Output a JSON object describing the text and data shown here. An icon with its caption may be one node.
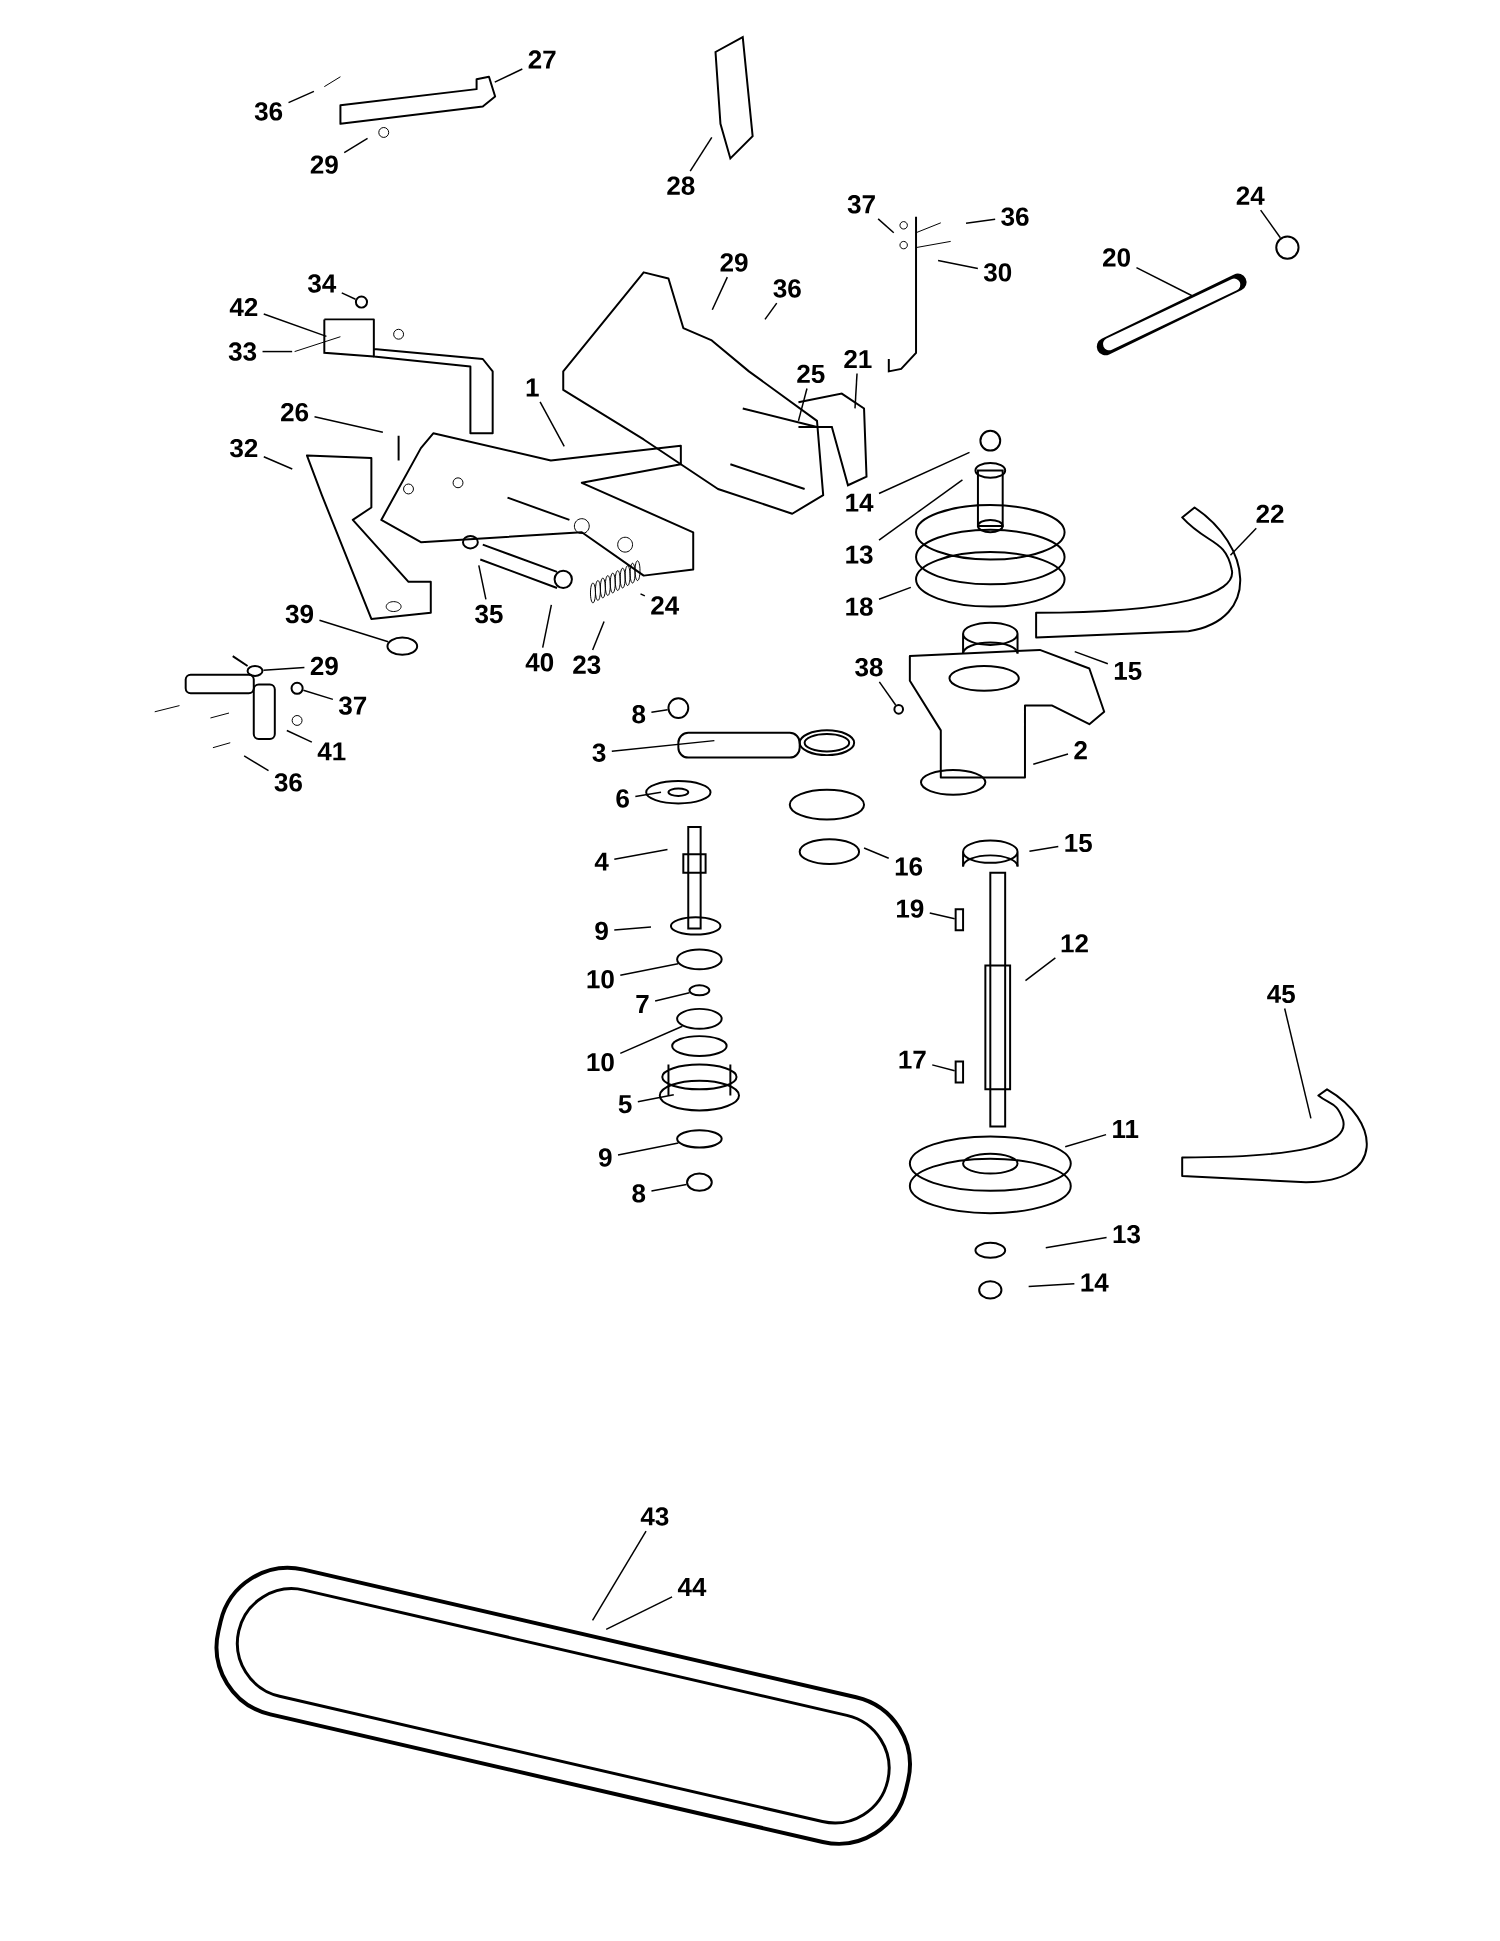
{
  "diagram": {
    "nodes": [
      {
        "text": [
          "27"
        ]
      },
      {
        "text": [
          "36"
        ]
      },
      {
        "text": [
          "29"
        ]
      },
      {
        "text": [
          "28"
        ]
      },
      {
        "text": [
          "37"
        ]
      },
      {
        "text": [
          "36"
        ]
      },
      {
        "text": [
          "30"
        ]
      },
      {
        "text": [
          "24"
        ]
      },
      {
        "text": [
          "20"
        ]
      },
      {
        "text": [
          "34"
        ]
      },
      {
        "text": [
          "42"
        ]
      },
      {
        "text": [
          "33"
        ]
      },
      {
        "text": [
          "29"
        ]
      },
      {
        "text": [
          "36"
        ]
      },
      {
        "text": [
          "25"
        ]
      },
      {
        "text": [
          "21"
        ]
      },
      {
        "text": [
          "1"
        ]
      },
      {
        "text": [
          "26"
        ]
      },
      {
        "text": [
          "32"
        ]
      },
      {
        "text": [
          "14"
        ]
      },
      {
        "text": [
          "13"
        ]
      },
      {
        "text": [
          "22"
        ]
      },
      {
        "text": [
          "18"
        ]
      },
      {
        "text": [
          "24"
        ]
      },
      {
        "text": [
          "35"
        ]
      },
      {
        "text": [
          "40"
        ]
      },
      {
        "text": [
          "23"
        ]
      },
      {
        "text": [
          "39"
        ]
      },
      {
        "text": [
          "29"
        ]
      },
      {
        "text": [
          "37"
        ]
      },
      {
        "text": [
          "41"
        ]
      },
      {
        "text": [
          "36"
        ]
      },
      {
        "text": [
          "15"
        ]
      },
      {
        "text": [
          "38"
        ]
      },
      {
        "text": [
          "8"
        ]
      },
      {
        "text": [
          "3"
        ]
      },
      {
        "text": [
          "2"
        ]
      },
      {
        "text": [
          "6"
        ]
      },
      {
        "text": [
          "16"
        ]
      },
      {
        "text": [
          "15"
        ]
      },
      {
        "text": [
          "4"
        ]
      },
      {
        "text": [
          "19"
        ]
      },
      {
        "text": [
          "9"
        ]
      },
      {
        "text": [
          "10"
        ]
      },
      {
        "text": [
          "12"
        ]
      },
      {
        "text": [
          "7"
        ]
      },
      {
        "text": [
          "10"
        ]
      },
      {
        "text": [
          "45"
        ]
      },
      {
        "text": [
          "17"
        ]
      },
      {
        "text": [
          "5"
        ]
      },
      {
        "text": [
          "11"
        ]
      },
      {
        "text": [
          "9"
        ]
      },
      {
        "text": [
          "8"
        ]
      },
      {
        "text": [
          "13"
        ]
      },
      {
        "text": [
          "14"
        ]
      },
      {
        "text": [
          "43"
        ]
      },
      {
        "text": [
          "44"
        ]
      },
      {
        "text": [],
        "shape": "circle"
      },
      {
        "text": [],
        "shape": "circle"
      },
      {
        "text": [],
        "shape": "picture"
      },
      {
        "text": [],
        "shape": "circle"
      },
      {
        "text": [],
        "shape": "circle"
      },
      {
        "text": [],
        "shape": "circle"
      },
      {
        "text": [],
        "shape": "bar"
      },
      {
        "text": [],
        "shape": "circle"
      },
      {
        "text": [],
        "shape": "bar"
      },
      {
        "text": [],
        "shape": "circle"
      },
      {
        "text": [],
        "shape": "circle"
      },
      {
        "text": [],
        "shape": "circle"
      },
      {
        "text": [],
        "shape": "circle"
      },
      {
        "text": [],
        "shape": "circle"
      },
      {
        "text": [],
        "shape": "circle"
      }
    ],
    "edges": [
      {
        "from": 0,
        "to": null,
        "arrow": "none"
      },
      {
        "from": 1,
        "to": null,
        "arrow": "none"
      },
      {
        "from": 2,
        "to": null,
        "arrow": "none"
      },
      {
        "from": 3,
        "to": null,
        "arrow": "none"
      },
      {
        "from": 4,
        "to": null,
        "arrow": "none"
      },
      {
        "from": 5,
        "to": null,
        "arrow": "none"
      },
      {
        "from": 6,
        "to": null,
        "arrow": "none"
      },
      {
        "from": 7,
        "to": 57,
        "arrow": "none"
      },
      {
        "from": 8,
        "to": null,
        "arrow": "none"
      },
      {
        "from": 9,
        "to": 58,
        "arrow": "none"
      },
      {
        "from": 10,
        "to": null,
        "arrow": "none"
      },
      {
        "from": 11,
        "to": null,
        "arrow": "none"
      },
      {
        "from": 12,
        "to": null,
        "arrow": "none"
      },
      {
        "from": 13,
        "to": null,
        "arrow": "none"
      },
      {
        "from": 14,
        "to": null,
        "arrow": "none"
      },
      {
        "from": 15,
        "to": null,
        "arrow": "none"
      },
      {
        "from": 16,
        "to": null,
        "arrow": "none"
      },
      {
        "from": 17,
        "to": null,
        "arrow": "none"
      },
      {
        "from": 18,
        "to": null,
        "arrow": "none"
      },
      {
        "from": 19,
        "to": null,
        "arrow": "none"
      },
      {
        "from": 20,
        "to": null,
        "arrow": "none"
      },
      {
        "from": 21,
        "to": null,
        "arrow": "none"
      },
      {
        "from": 22,
        "to": null,
        "arrow": "none"
      },
      {
        "from": 23,
        "to": 59,
        "arrow": "none"
      },
      {
        "from": 24,
        "to": null,
        "arrow": "none"
      },
      {
        "from": 25,
        "to": null,
        "arrow": "none"
      },
      {
        "from": 26,
        "to": null,
        "arrow": "none"
      },
      {
        "from": 27,
        "to": 68,
        "arrow": "none"
      },
      {
        "from": 28,
        "to": 60,
        "arrow": "none"
      },
      {
        "from": 29,
        "to": 69,
        "arrow": "none"
      },
      {
        "from": 30,
        "to": null,
        "arrow": "none"
      },
      {
        "from": 31,
        "to": null,
        "arrow": "none"
      },
      {
        "from": 32,
        "to": null,
        "arrow": "none"
      },
      {
        "from": 33,
        "to": 61,
        "arrow": "none"
      },
      {
        "from": 34,
        "to": 62,
        "arrow": "none"
      },
      {
        "from": 35,
        "to": null,
        "arrow": "none"
      },
      {
        "from": 36,
        "to": null,
        "arrow": "none"
      },
      {
        "from": 37,
        "to": null,
        "arrow": "none"
      },
      {
        "from": 38,
        "to": null,
        "arrow": "none"
      },
      {
        "from": 39,
        "to": null,
        "arrow": "none"
      },
      {
        "from": 40,
        "to": null,
        "arrow": "none"
      },
      {
        "from": 41,
        "to": 63,
        "arrow": "none"
      },
      {
        "from": 42,
        "to": null,
        "arrow": "none"
      },
      {
        "from": 43,
        "to": 70,
        "arrow": "none"
      },
      {
        "from": 44,
        "to": null,
        "arrow": "none"
      },
      {
        "from": 45,
        "to": 64,
        "arrow": "none"
      },
      {
        "from": 46,
        "to": 71,
        "arrow": "none"
      },
      {
        "from": 47,
        "to": null,
        "arrow": "none"
      },
      {
        "from": 48,
        "to": 65,
        "arrow": "none"
      },
      {
        "from": 49,
        "to": null,
        "arrow": "none"
      },
      {
        "from": 50,
        "to": null,
        "arrow": "none"
      },
      {
        "from": 51,
        "to": 66,
        "arrow": "none"
      },
      {
        "from": 52,
        "to": 67,
        "arrow": "none"
      },
      {
        "from": 53,
        "to": null,
        "arrow": "none"
      },
      {
        "from": 54,
        "to": null,
        "arrow": "none"
      },
      {
        "from": 55,
        "to": null,
        "arrow": "none"
      },
      {
        "from": 56,
        "to": null,
        "arrow": "none"
      }
    ]
  }
}
